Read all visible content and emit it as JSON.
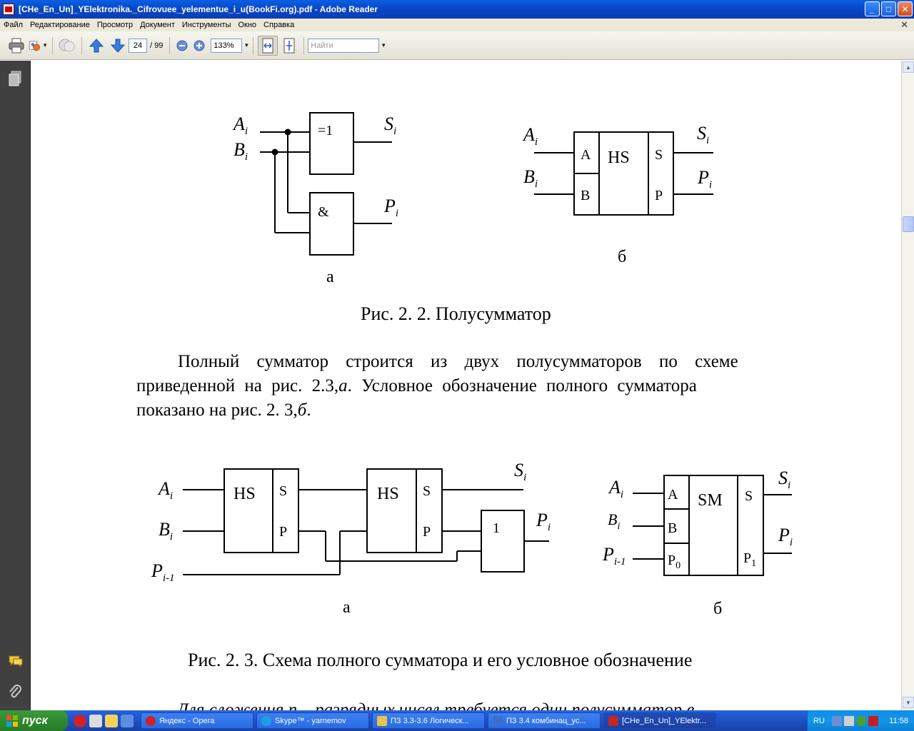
{
  "window": {
    "title": "[CHe_En_Un]_YElektronika._Cifrovuee_yelementue_i_u(BookFi.org).pdf - Adobe Reader",
    "min_label": "_",
    "max_label": "□",
    "close_label": "✕"
  },
  "menu": {
    "items": [
      "Файл",
      "Редактирование",
      "Просмотр",
      "Документ",
      "Инструменты",
      "Окно",
      "Справка"
    ],
    "close_label": "✕"
  },
  "toolbar": {
    "page_current": "24",
    "page_total": "/ 99",
    "zoom": "133%",
    "search_placeholder": "Найти"
  },
  "document": {
    "fig22": {
      "gate_xor": "=1",
      "gate_and": "&",
      "hs_label": "HS",
      "in_a": "A",
      "in_b": "B",
      "out_s": "S",
      "out_p": "P",
      "sub_a": "а",
      "sub_b": "б",
      "caption": "Рис. 2. 2. Полусумматор"
    },
    "paragraph": {
      "line1": "Полный сумматор строится из двух полусумматоров по схеме",
      "line2_a": "приведенной на рис. 2.3,",
      "line2_b": "а",
      "line2_c": ". Условное обозначение полного сумматора",
      "line3_a": "показано на рис. 2. 3,",
      "line3_b": "б",
      "line3_c": "."
    },
    "fig23": {
      "hs_label": "HS",
      "or_label": "1",
      "sm_label": "SM",
      "in_a": "A",
      "in_b": "B",
      "in_p0": "P",
      "out_s": "S",
      "out_p": "P",
      "sub_a": "а",
      "sub_b": "б",
      "caption": "Рис. 2. 3. Схема полного сумматора и его условное обозначение"
    },
    "partial_line": "Для сложения  n – разрядных чисел требуется один полусумматор в"
  },
  "taskbar": {
    "start_label": "пуск",
    "tasks": [
      {
        "label": "Яндекс - Opera",
        "color": "#d0202a"
      },
      {
        "label": "Skype™ - yarnemov",
        "color": "#1aa0e0"
      },
      {
        "label": "ПЗ 3.3-3.6 Логическ...",
        "color": "#e8c24a"
      },
      {
        "label": "ПЗ 3.4  комбинац_ус...",
        "color": "#3a6fd0"
      },
      {
        "label": "[CHe_En_Un]_YElektr...",
        "color": "#c0282a"
      }
    ],
    "lang": "RU",
    "clock": "11:58"
  },
  "colors": {
    "title_bar": "#0846c4",
    "nav_panel": "#404040",
    "taskbar": "#245edb",
    "start": "#2f8a2f"
  }
}
